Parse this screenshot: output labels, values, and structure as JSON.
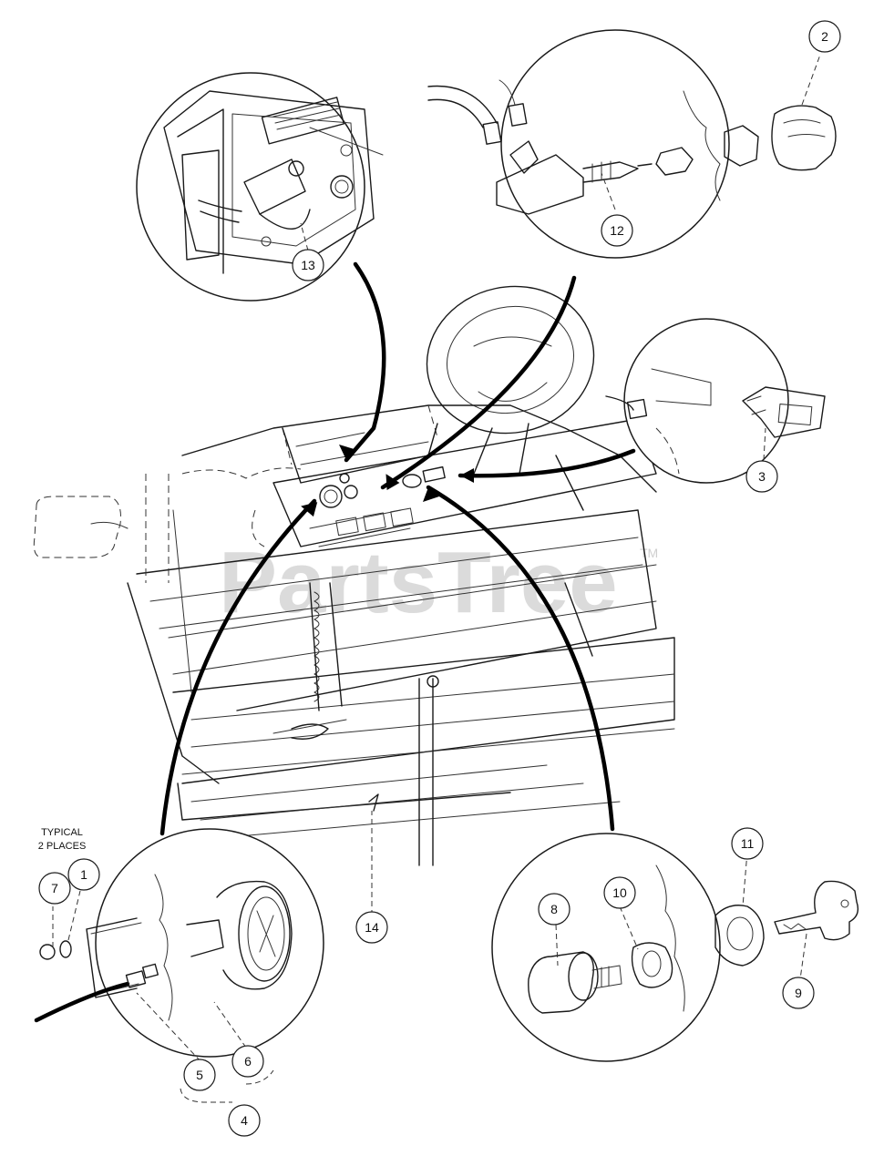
{
  "watermark": {
    "text": "PartsTree",
    "trademark": "TM"
  },
  "note": {
    "line1": "TYPICAL",
    "line2": "2 PLACES"
  },
  "callouts": [
    {
      "id": "c1",
      "label": "1"
    },
    {
      "id": "c2",
      "label": "2"
    },
    {
      "id": "c3",
      "label": "3"
    },
    {
      "id": "c4",
      "label": "4"
    },
    {
      "id": "c5",
      "label": "5"
    },
    {
      "id": "c6",
      "label": "6"
    },
    {
      "id": "c7",
      "label": "7"
    },
    {
      "id": "c8",
      "label": "8"
    },
    {
      "id": "c9",
      "label": "9"
    },
    {
      "id": "c10",
      "label": "10"
    },
    {
      "id": "c11",
      "label": "11"
    },
    {
      "id": "c12",
      "label": "12"
    },
    {
      "id": "c13",
      "label": "13"
    },
    {
      "id": "c14",
      "label": "14"
    }
  ]
}
